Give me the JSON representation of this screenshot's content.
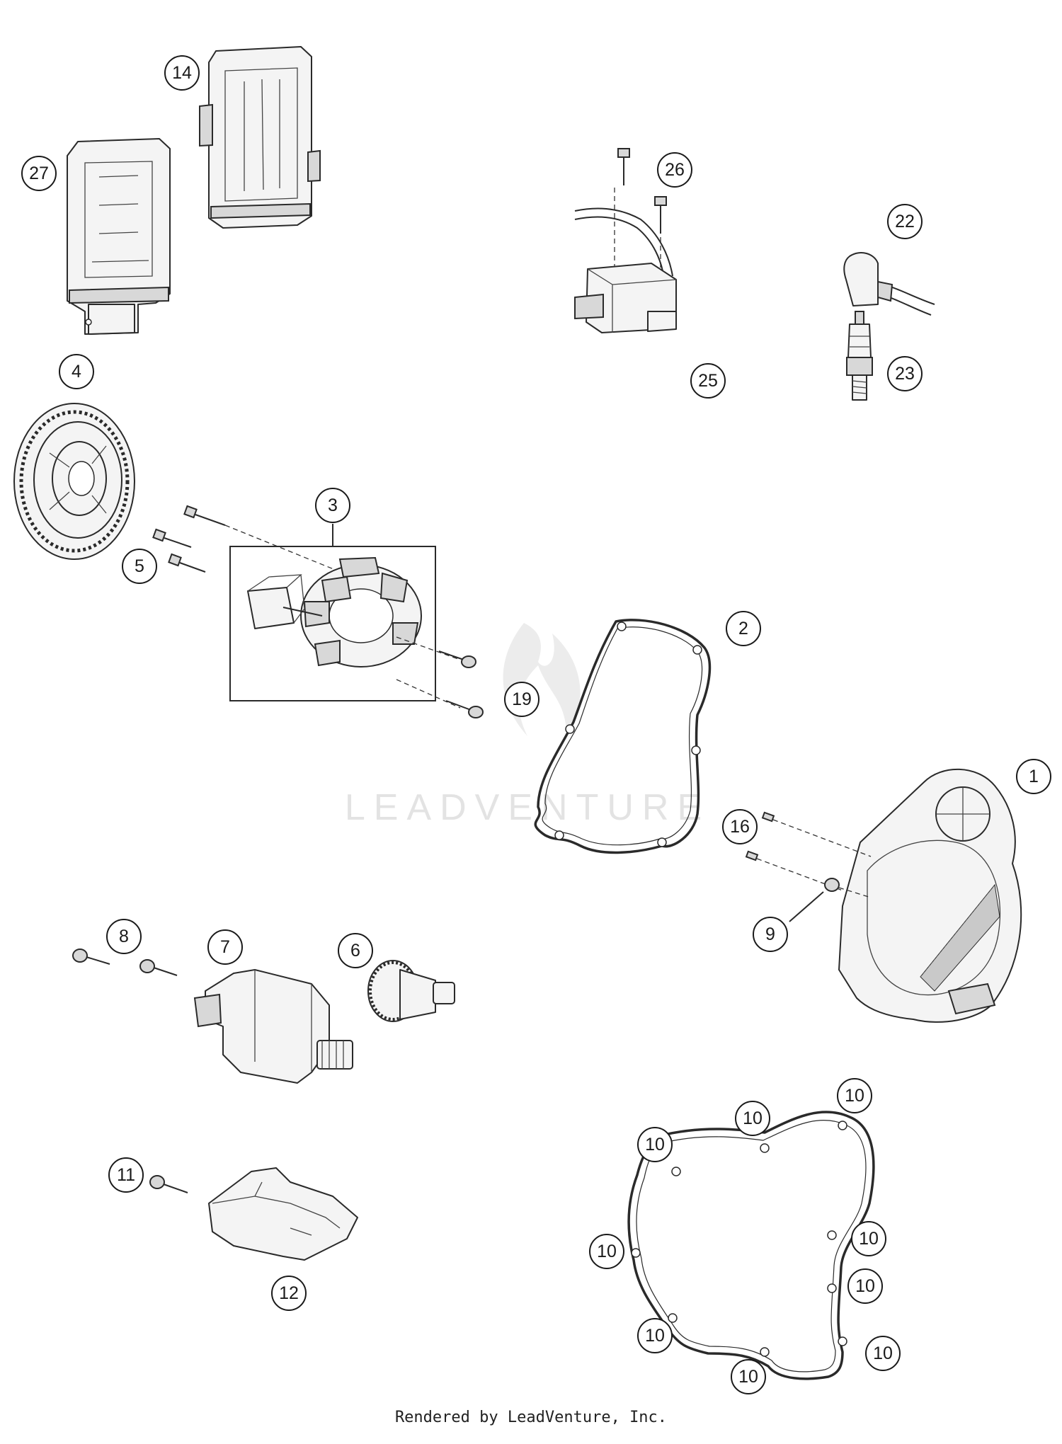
{
  "watermark": "LEADVENTURE",
  "footer": "Rendered by LeadVenture, Inc.",
  "callouts": {
    "c1": "1",
    "c2": "2",
    "c3": "3",
    "c4": "4",
    "c5": "5",
    "c6": "6",
    "c7": "7",
    "c8": "8",
    "c9": "9",
    "c10a": "10",
    "c10b": "10",
    "c10c": "10",
    "c10d": "10",
    "c10e": "10",
    "c10f": "10",
    "c10g": "10",
    "c10h": "10",
    "c10i": "10",
    "c11": "11",
    "c12": "12",
    "c14": "14",
    "c16": "16",
    "c19": "19",
    "c22": "22",
    "c23": "23",
    "c25": "25",
    "c26": "26",
    "c27": "27"
  }
}
